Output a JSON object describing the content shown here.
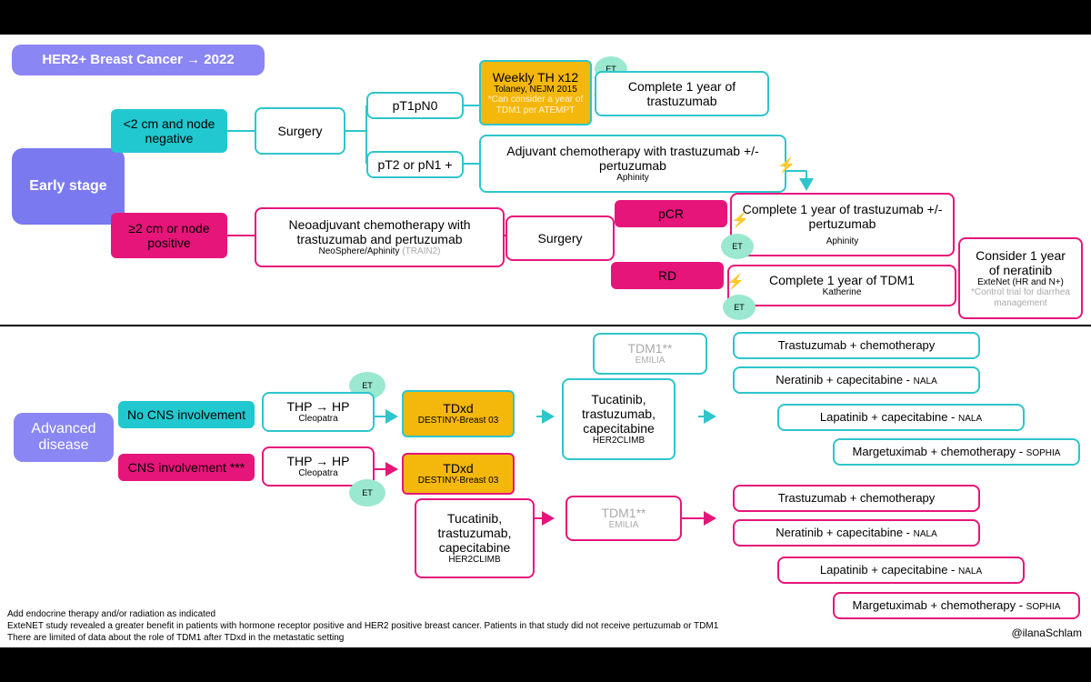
{
  "title": "HER2+ Breast Cancer → 2022",
  "early": {
    "stage_label": "Early stage",
    "small": "<2 cm and node negative",
    "large": "≥2 cm or node positive",
    "surgery1": "Surgery",
    "pt1": "pT1pN0",
    "pt2": "pT2 or pN1 +",
    "weekly_title": "Weekly TH x12",
    "weekly_ref": "Tolaney, NEJM 2015",
    "weekly_note": "*Can consider a year of TDM1 per ATEMPT",
    "complete_tras": "Complete 1 year of trastuzumab",
    "adjuvant": "Adjuvant chemotherapy with trastuzumab +/- pertuzumab",
    "adjuvant_ref": "Aphinity",
    "neo": "Neoadjuvant chemotherapy with trastuzumab and pertuzumab",
    "neo_ref": "NeoSphere/Aphinity",
    "neo_ref2": "(TRAIN2)",
    "surgery2": "Surgery",
    "pcr": "pCR",
    "rd": "RD",
    "pcr_result": "Complete 1 year of trastuzumab +/- pertuzumab",
    "pcr_ref": "Aphinity",
    "rd_result": "Complete 1 year of TDM1",
    "rd_ref": "Katherine",
    "neratinib_title": "Consider 1 year of neratinib",
    "neratinib_ref": "ExteNet (HR and N+)",
    "neratinib_note": "*Control trial for diarrhea management",
    "et": "ET"
  },
  "advanced": {
    "label": "Advanced disease",
    "no_cns": "No CNS involvement",
    "cns": "CNS involvement ***",
    "thp": "THP → HP",
    "thp_ref": "Cleopatra",
    "tdxd": "TDxd",
    "tdxd_ref": "DESTINY-Breast 03",
    "tuca": "Tucatinib, trastuzumab, capecitabine",
    "tuca_ref": "HER2CLIMB",
    "tdm1": "TDM1**",
    "tdm1_ref": "EMILIA",
    "options": [
      {
        "main": "Trastuzumab + chemotherapy",
        "ref": ""
      },
      {
        "main": "Neratinib + capecitabine - ",
        "ref": "NALA"
      },
      {
        "main": "Lapatinib + capecitabine - ",
        "ref": "NALA"
      },
      {
        "main": "Margetuximab + chemotherapy - ",
        "ref": "SOPHIA"
      }
    ]
  },
  "footnotes": [
    "Add endocrine therapy and/or radiation as indicated",
    "ExteNET study revealed a greater benefit in patients with hormone receptor positive and HER2 positive breast cancer. Patients in that study did not receive pertuzumab or TDM1",
    "There are limited of data about the role of TDM1 after TDxd in the metastatic setting"
  ],
  "handle": "@ilanaSchlam",
  "colors": {
    "teal": "#22c8cf",
    "magenta": "#e6157a",
    "orange": "#f4b70c",
    "purple": "#7b79f0",
    "et": "#9ae8d0"
  }
}
